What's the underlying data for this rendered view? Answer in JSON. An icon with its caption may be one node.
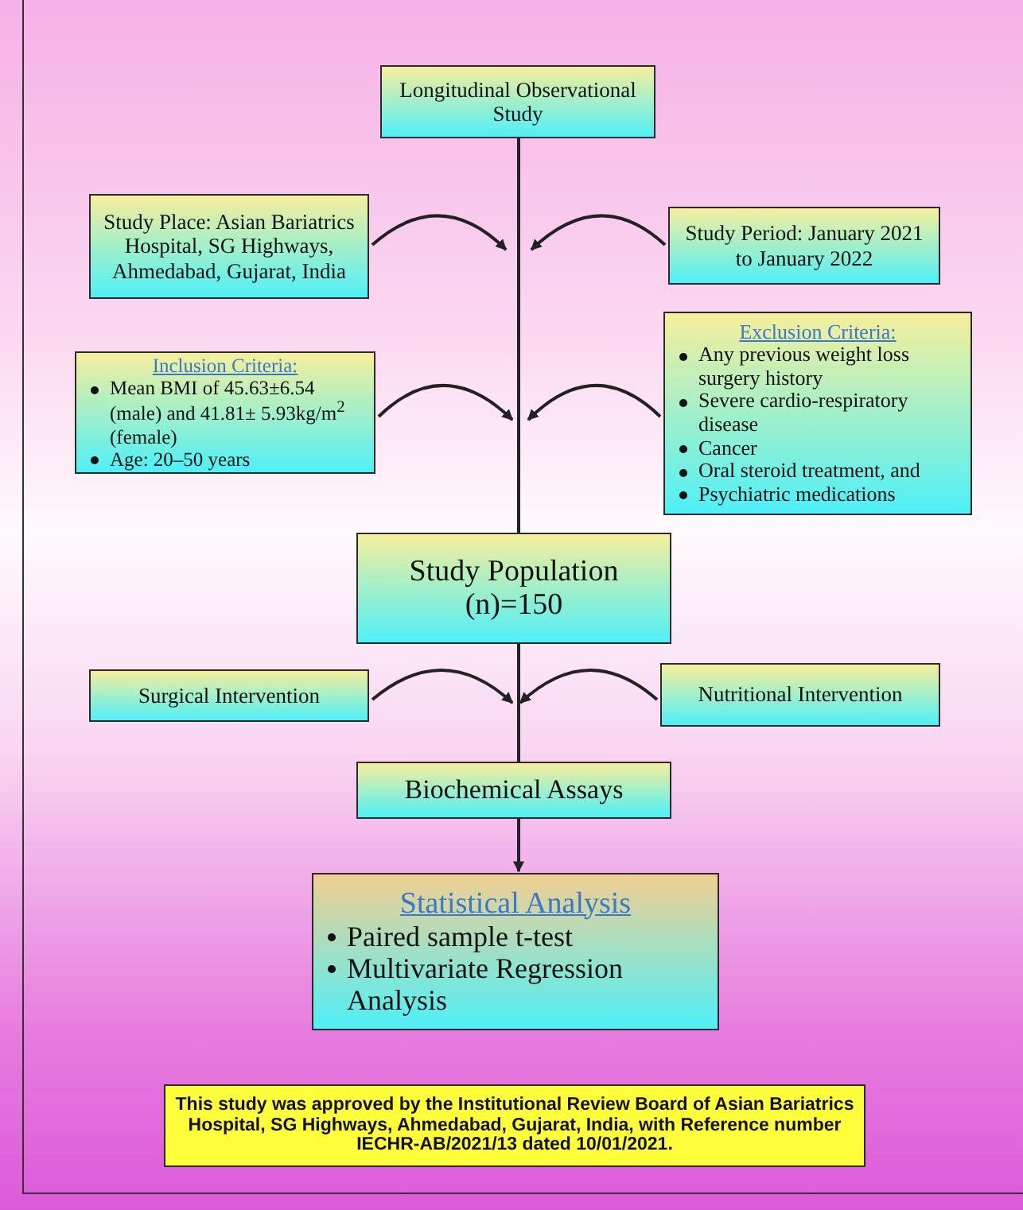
{
  "diagram": {
    "nodes": [
      {
        "text": [
          "Longitudinal Observational Study"
        ]
      },
      {
        "text": [
          "Study Place: Asian Bariatrics Hospital, SG Highways, Ahmedabad, Gujarat, India"
        ]
      },
      {
        "text": [
          "Study Period: January 2021 to January 2022"
        ]
      },
      {
        "text": [
          "Inclusion Criteria:",
          "Mean BMI of 45.63±6.54 (male) and 41.81± 5.93kg/m$^{2}$ (female)",
          "Age: 20–50 years"
        ]
      },
      {
        "text": [
          "Exclusion Criteria:",
          "Any previous weight loss surgery history",
          "Severe cardio-respiratory disease",
          "Cancer",
          "Oral steroid treatment, and",
          "Psychiatric medications"
        ]
      },
      {
        "text": [
          "Study Population (n)=150"
        ]
      },
      {
        "text": [
          "Surgical Intervention"
        ]
      },
      {
        "text": [
          "Nutritional Intervention"
        ]
      },
      {
        "text": [
          "Biochemical Assays"
        ]
      },
      {
        "text": [
          "Statistical Analysis",
          "Paired sample t-test",
          "Multivariate Regression Analysis"
        ]
      },
      {
        "text": [
          "This study was approved by the Institutional Review Board of Asian Bariatrics Hospital, SG Highways, Ahmedabad, Gujarat, India, with Reference number IECHR-AB/2021/13 dated 10/01/2021."
        ]
      }
    ],
    "edges": [
      {
        "from": 0,
        "to": 5,
        "arrow": "none"
      },
      {
        "from": 5,
        "to": 8,
        "arrow": "none"
      },
      {
        "from": 8,
        "to": 9,
        "arrow": "to"
      },
      {
        "from": 1,
        "to": null,
        "arrow": "to"
      },
      {
        "from": 2,
        "to": null,
        "arrow": "to"
      },
      {
        "from": 3,
        "to": null,
        "arrow": "to"
      },
      {
        "from": 4,
        "to": null,
        "arrow": "to"
      },
      {
        "from": 6,
        "to": null,
        "arrow": "to"
      },
      {
        "from": 7,
        "to": null,
        "arrow": "to"
      }
    ]
  }
}
